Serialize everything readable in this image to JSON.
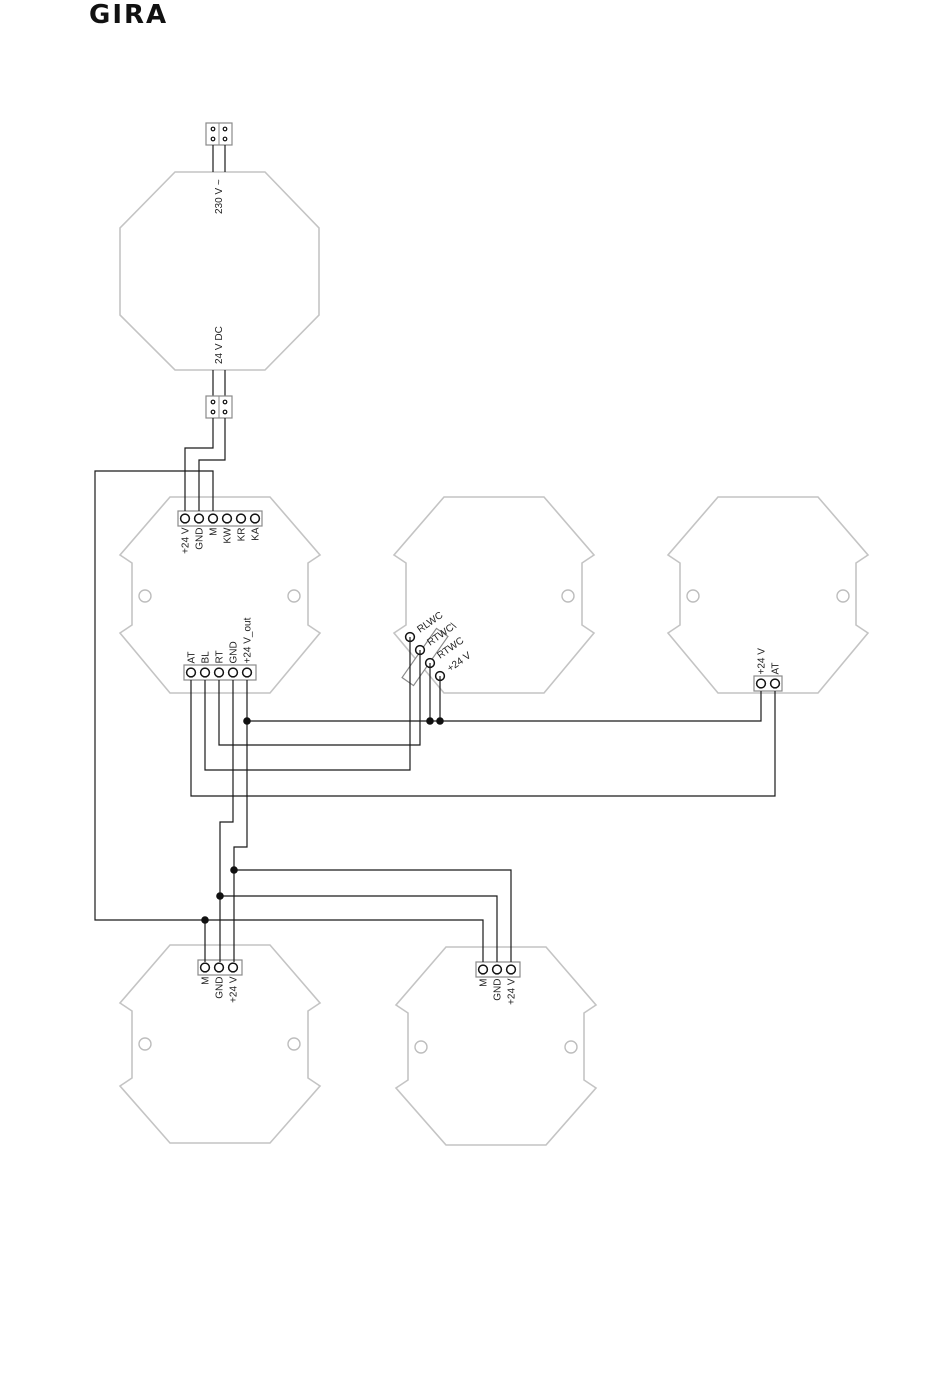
{
  "brand": "GIRA",
  "power_supply": {
    "input_label": "230 V ~",
    "output_label": "24 V DC"
  },
  "controller": {
    "top_terminals": [
      "+24 V",
      "GND",
      "M",
      "KW",
      "KR",
      "KA"
    ],
    "bottom_terminals": [
      "AT",
      "BL",
      "RT",
      "GND",
      "+24 V_out"
    ]
  },
  "door_module": {
    "terminals": [
      "RLWC",
      "RTWC\\",
      "RTWC",
      "+24 V"
    ]
  },
  "right_module": {
    "terminals": [
      "+24 V",
      "AT"
    ]
  },
  "bottom_left_module": {
    "terminals": [
      "M",
      "GND",
      "+24 V"
    ]
  },
  "bottom_right_module": {
    "terminals": [
      "M",
      "GND",
      "+24 V"
    ]
  }
}
